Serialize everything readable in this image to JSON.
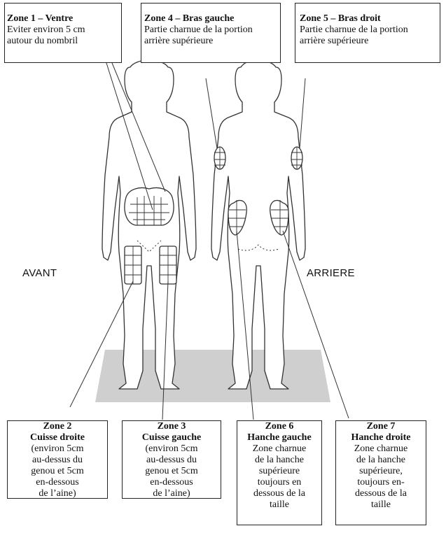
{
  "zones_top": [
    {
      "title": "Zone 1 – Ventre",
      "lines": [
        "Eviter environ 5 cm",
        "autour du nombril"
      ]
    },
    {
      "title": "Zone 4 – Bras gauche",
      "lines": [
        "Partie charnue de la portion",
        "arrière supérieure"
      ]
    },
    {
      "title": "Zone 5 – Bras droit",
      "lines": [
        "Partie charnue de la portion",
        "arrière supérieure"
      ]
    }
  ],
  "zones_bottom": [
    {
      "lines": [
        "Zone 2",
        "Cuisse droite"
      ],
      "desc": [
        "(environ 5cm",
        "au-dessus du",
        "genou et 5cm",
        "en-dessous",
        "de l’aine)"
      ]
    },
    {
      "lines": [
        "Zone 3",
        "Cuisse gauche"
      ],
      "desc": [
        "(environ 5cm",
        "au-dessus du",
        "genou et 5cm",
        "en-dessous",
        "de l’aine)"
      ]
    },
    {
      "lines": [
        "Zone 6",
        "Hanche gauche"
      ],
      "desc": [
        "Zone charnue",
        "de la hanche",
        "supérieure",
        "toujours en",
        "dessous de la",
        "taille"
      ]
    },
    {
      "lines": [
        "Zone 7",
        "Hanche droite"
      ],
      "desc": [
        "Zone charnue",
        "de la hanche",
        "supérieure,",
        "toujours en-",
        "dessous de la",
        "taille"
      ]
    }
  ],
  "labels": {
    "front": "AVANT",
    "back": "ARRIERE"
  }
}
